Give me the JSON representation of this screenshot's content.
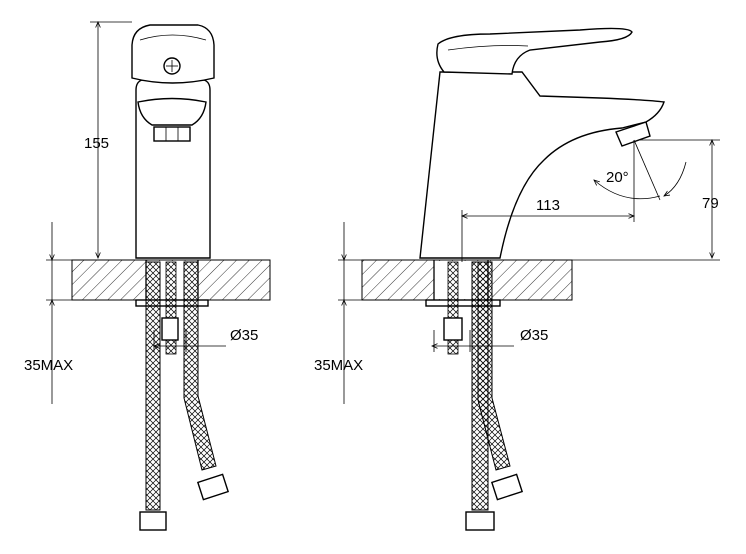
{
  "dimensions": {
    "height_front": "155",
    "reach": "113",
    "spout_height": "79",
    "angle": "20°",
    "hole_diameter_front": "Ø35",
    "hole_diameter_side": "Ø35",
    "mount_max_front": "35MAX",
    "mount_max_side": "35MAX"
  }
}
